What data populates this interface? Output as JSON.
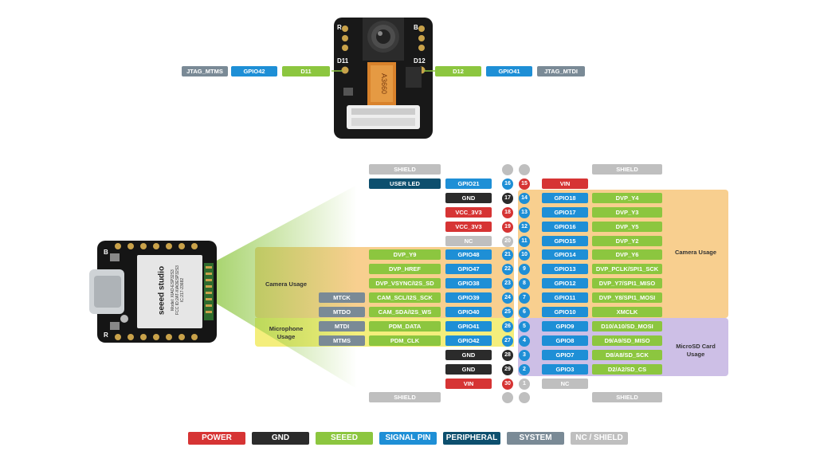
{
  "colors": {
    "power": "#d63434",
    "gnd": "#2b2b2b",
    "seeed": "#8cc63f",
    "signal": "#1e8fd6",
    "peripheral": "#0d4f6e",
    "system": "#7a8a96",
    "nc": "#bfbfbf",
    "camera_zone": "#f8cf8f",
    "mic_zone": "#f4ee7c",
    "sd_zone": "#cdbfe6"
  },
  "camera_board": {
    "chip_text": "A3660",
    "corner_r": "R",
    "corner_b": "B",
    "pad_left": "D11",
    "pad_right": "D12",
    "left_labels": [
      {
        "text": "JTAG_MTMS",
        "type": "system"
      },
      {
        "text": "GPIO42",
        "type": "signal"
      },
      {
        "text": "D11",
        "type": "seeed"
      }
    ],
    "right_labels": [
      {
        "text": "D12",
        "type": "seeed"
      },
      {
        "text": "GPIO41",
        "type": "signal"
      },
      {
        "text": "JTAG_MTDI",
        "type": "system"
      }
    ]
  },
  "main_board": {
    "brand": "seeed studio",
    "model": "Model: XIAO-ESP32S3",
    "fcc": "FCC ID:2AT-XIAOESP32S3",
    "ic": "IC:217-23682",
    "corner_b": "B",
    "corner_r": "R"
  },
  "zones": {
    "camera_left": "Camera Usage",
    "camera_right": "Camera Usage",
    "microphone": "Microphone\nUsage",
    "microsd": "MicroSD Card\nUsage"
  },
  "left_rows": [
    {
      "pin": "",
      "pin_type": "nc",
      "labels": [
        {
          "text": "SHIELD",
          "type": "nc",
          "col": "c3"
        }
      ]
    },
    {
      "pin": "16",
      "pin_type": "signal",
      "labels": [
        {
          "text": "USER LED",
          "type": "peripheral",
          "col": "c3"
        },
        {
          "text": "GPIO21",
          "type": "signal",
          "col": "c4"
        }
      ]
    },
    {
      "pin": "17",
      "pin_type": "gnd",
      "labels": [
        {
          "text": "GND",
          "type": "gnd",
          "col": "c4"
        }
      ]
    },
    {
      "pin": "18",
      "pin_type": "power",
      "labels": [
        {
          "text": "VCC_3V3",
          "type": "power",
          "col": "c4"
        }
      ]
    },
    {
      "pin": "19",
      "pin_type": "power",
      "labels": [
        {
          "text": "VCC_3V3",
          "type": "power",
          "col": "c4"
        }
      ]
    },
    {
      "pin": "20",
      "pin_type": "nc",
      "labels": [
        {
          "text": "NC",
          "type": "nc",
          "col": "c4"
        }
      ]
    },
    {
      "pin": "21",
      "pin_type": "signal",
      "labels": [
        {
          "text": "DVP_Y9",
          "type": "seeed",
          "col": "c3"
        },
        {
          "text": "GPIO48",
          "type": "signal",
          "col": "c4"
        }
      ]
    },
    {
      "pin": "22",
      "pin_type": "signal",
      "labels": [
        {
          "text": "DVP_HREF",
          "type": "seeed",
          "col": "c3"
        },
        {
          "text": "GPIO47",
          "type": "signal",
          "col": "c4"
        }
      ]
    },
    {
      "pin": "23",
      "pin_type": "signal",
      "labels": [
        {
          "text": "DVP_VSYNC/I2S_SD",
          "type": "seeed",
          "col": "c3"
        },
        {
          "text": "GPIO38",
          "type": "signal",
          "col": "c4"
        }
      ]
    },
    {
      "pin": "24",
      "pin_type": "signal",
      "labels": [
        {
          "text": "MTCK",
          "type": "system",
          "col": "c2"
        },
        {
          "text": "CAM_SCL/I2S_SCK",
          "type": "seeed",
          "col": "c3"
        },
        {
          "text": "GPIO39",
          "type": "signal",
          "col": "c4"
        }
      ]
    },
    {
      "pin": "25",
      "pin_type": "signal",
      "labels": [
        {
          "text": "MTDO",
          "type": "system",
          "col": "c2"
        },
        {
          "text": "CAM_SDA/I2S_WS",
          "type": "seeed",
          "col": "c3"
        },
        {
          "text": "GPIO40",
          "type": "signal",
          "col": "c4"
        }
      ]
    },
    {
      "pin": "26",
      "pin_type": "signal",
      "labels": [
        {
          "text": "MTDI",
          "type": "system",
          "col": "c2"
        },
        {
          "text": "PDM_DATA",
          "type": "seeed",
          "col": "c3"
        },
        {
          "text": "GPIO41",
          "type": "signal",
          "col": "c4"
        }
      ]
    },
    {
      "pin": "27",
      "pin_type": "signal",
      "labels": [
        {
          "text": "MTMS",
          "type": "system",
          "col": "c2"
        },
        {
          "text": "PDM_CLK",
          "type": "seeed",
          "col": "c3"
        },
        {
          "text": "GPIO42",
          "type": "signal",
          "col": "c4"
        }
      ]
    },
    {
      "pin": "28",
      "pin_type": "gnd",
      "labels": [
        {
          "text": "GND",
          "type": "gnd",
          "col": "c4"
        }
      ]
    },
    {
      "pin": "29",
      "pin_type": "gnd",
      "labels": [
        {
          "text": "GND",
          "type": "gnd",
          "col": "c4"
        }
      ]
    },
    {
      "pin": "30",
      "pin_type": "power",
      "labels": [
        {
          "text": "VIN",
          "type": "power",
          "col": "c4"
        }
      ]
    },
    {
      "pin": "",
      "pin_type": "nc",
      "labels": [
        {
          "text": "SHIELD",
          "type": "nc",
          "col": "c3"
        }
      ]
    }
  ],
  "right_rows": [
    {
      "pin": "",
      "pin_type": "nc",
      "labels": [
        {
          "text": "SHIELD",
          "type": "nc",
          "col": "r3"
        }
      ]
    },
    {
      "pin": "15",
      "pin_type": "power",
      "labels": [
        {
          "text": "VIN",
          "type": "power",
          "col": "r1"
        }
      ]
    },
    {
      "pin": "14",
      "pin_type": "signal",
      "labels": [
        {
          "text": "GPIO18",
          "type": "signal",
          "col": "r1"
        },
        {
          "text": "DVP_Y4",
          "type": "seeed",
          "col": "r2"
        }
      ]
    },
    {
      "pin": "13",
      "pin_type": "signal",
      "labels": [
        {
          "text": "GPIO17",
          "type": "signal",
          "col": "r1"
        },
        {
          "text": "DVP_Y3",
          "type": "seeed",
          "col": "r2"
        }
      ]
    },
    {
      "pin": "12",
      "pin_type": "signal",
      "labels": [
        {
          "text": "GPIO16",
          "type": "signal",
          "col": "r1"
        },
        {
          "text": "DVP_Y5",
          "type": "seeed",
          "col": "r2"
        }
      ]
    },
    {
      "pin": "11",
      "pin_type": "signal",
      "labels": [
        {
          "text": "GPIO15",
          "type": "signal",
          "col": "r1"
        },
        {
          "text": "DVP_Y2",
          "type": "seeed",
          "col": "r2"
        }
      ]
    },
    {
      "pin": "10",
      "pin_type": "signal",
      "labels": [
        {
          "text": "GPIO14",
          "type": "signal",
          "col": "r1"
        },
        {
          "text": "DVP_Y6",
          "type": "seeed",
          "col": "r2"
        }
      ]
    },
    {
      "pin": "9",
      "pin_type": "signal",
      "labels": [
        {
          "text": "GPIO13",
          "type": "signal",
          "col": "r1"
        },
        {
          "text": "DVP_PCLK/SPI1_SCK",
          "type": "seeed",
          "col": "r2"
        }
      ]
    },
    {
      "pin": "8",
      "pin_type": "signal",
      "labels": [
        {
          "text": "GPIO12",
          "type": "signal",
          "col": "r1"
        },
        {
          "text": "DVP_Y7/SPI1_MISO",
          "type": "seeed",
          "col": "r2"
        }
      ]
    },
    {
      "pin": "7",
      "pin_type": "signal",
      "labels": [
        {
          "text": "GPIO11",
          "type": "signal",
          "col": "r1"
        },
        {
          "text": "DVP_Y8/SPI1_MOSI",
          "type": "seeed",
          "col": "r2"
        }
      ]
    },
    {
      "pin": "6",
      "pin_type": "signal",
      "labels": [
        {
          "text": "GPIO10",
          "type": "signal",
          "col": "r1"
        },
        {
          "text": "XMCLK",
          "type": "seeed",
          "col": "r2"
        }
      ]
    },
    {
      "pin": "5",
      "pin_type": "signal",
      "labels": [
        {
          "text": "GPIO9",
          "type": "signal",
          "col": "r1"
        },
        {
          "text": "D10/A10/SD_MOSI",
          "type": "seeed",
          "col": "r2"
        }
      ]
    },
    {
      "pin": "4",
      "pin_type": "signal",
      "labels": [
        {
          "text": "GPIO8",
          "type": "signal",
          "col": "r1"
        },
        {
          "text": "D9/A9/SD_MISO",
          "type": "seeed",
          "col": "r2"
        }
      ]
    },
    {
      "pin": "3",
      "pin_type": "signal",
      "labels": [
        {
          "text": "GPIO7",
          "type": "signal",
          "col": "r1"
        },
        {
          "text": "D8/A8/SD_SCK",
          "type": "seeed",
          "col": "r2"
        }
      ]
    },
    {
      "pin": "2",
      "pin_type": "signal",
      "labels": [
        {
          "text": "GPIO3",
          "type": "signal",
          "col": "r1"
        },
        {
          "text": "D2/A2/SD_CS",
          "type": "seeed",
          "col": "r2"
        }
      ]
    },
    {
      "pin": "1",
      "pin_type": "nc",
      "labels": [
        {
          "text": "NC",
          "type": "nc",
          "col": "r1"
        }
      ]
    },
    {
      "pin": "",
      "pin_type": "nc",
      "labels": [
        {
          "text": "SHIELD",
          "type": "nc",
          "col": "r3"
        }
      ]
    }
  ],
  "legend": [
    {
      "text": "POWER",
      "type": "power"
    },
    {
      "text": "GND",
      "type": "gnd"
    },
    {
      "text": "SEEED USAGE",
      "type": "seeed"
    },
    {
      "text": "SIGNAL PIN",
      "type": "signal"
    },
    {
      "text": "PERIPHERAL",
      "type": "peripheral"
    },
    {
      "text": "SYSTEM",
      "type": "system"
    },
    {
      "text": "NC / SHIELD",
      "type": "nc"
    }
  ]
}
